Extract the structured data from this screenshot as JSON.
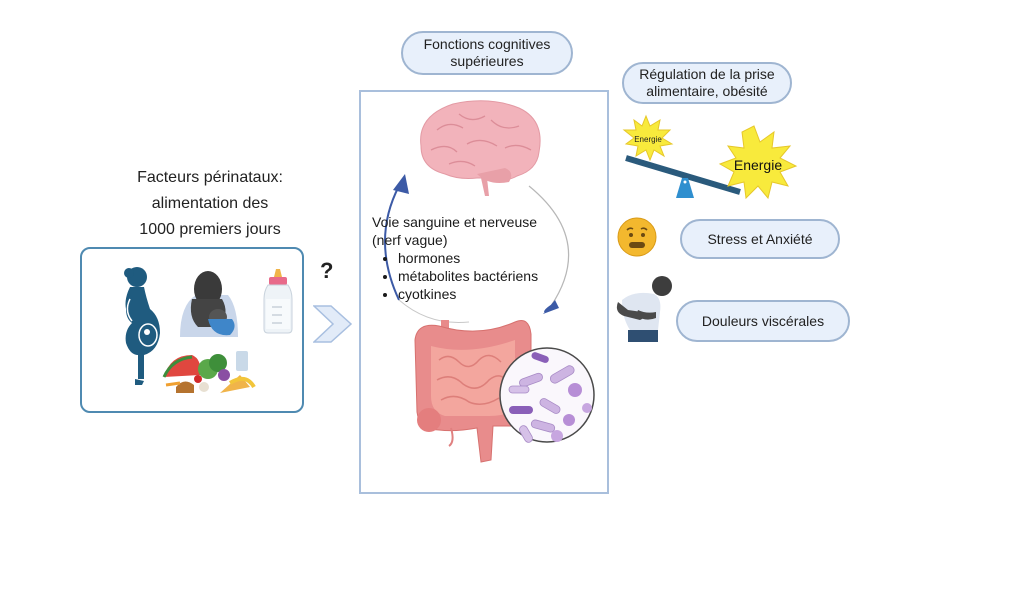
{
  "left_panel": {
    "title_lines": [
      "Facteurs périnataux:",
      "alimentation des",
      "1000 premiers jours"
    ],
    "icons": [
      "pregnant-woman-icon",
      "breastfeeding-icon",
      "baby-bottle-icon",
      "food-basket-icon"
    ]
  },
  "connector": {
    "question_mark": "?",
    "arrow_icon": "chevron-right-icon"
  },
  "center_panel": {
    "top_label_lines": [
      "Fonctions cognitives",
      "supérieures"
    ],
    "brain_icon": "brain-icon",
    "gut_icon": "intestine-icon",
    "microbiota_icon": "bacteria-icon",
    "pathway": {
      "heading_lines": [
        "Voie sanguine et nerveuse",
        "(nerf vague)"
      ],
      "items": [
        "hormones",
        "métabolites bactériens",
        "cyotkines"
      ]
    }
  },
  "right_panel": {
    "regulation_label_lines": [
      "Régulation de la prise",
      "alimentaire, obésité"
    ],
    "energy_small": "Energie",
    "energy_large": "Energie",
    "stress_label": "Stress et Anxiété",
    "pain_label": "Douleurs viscérales"
  },
  "colors": {
    "pill_fill": "#e8f0fb",
    "pill_border": "#9fb5d1",
    "left_box_border": "#4f8ab1",
    "arrow_blue": "#3c5aa6",
    "star_yellow": "#f8ea3c",
    "seesaw_bar": "#2a5a7c",
    "fulcrum": "#2f8fcf"
  }
}
